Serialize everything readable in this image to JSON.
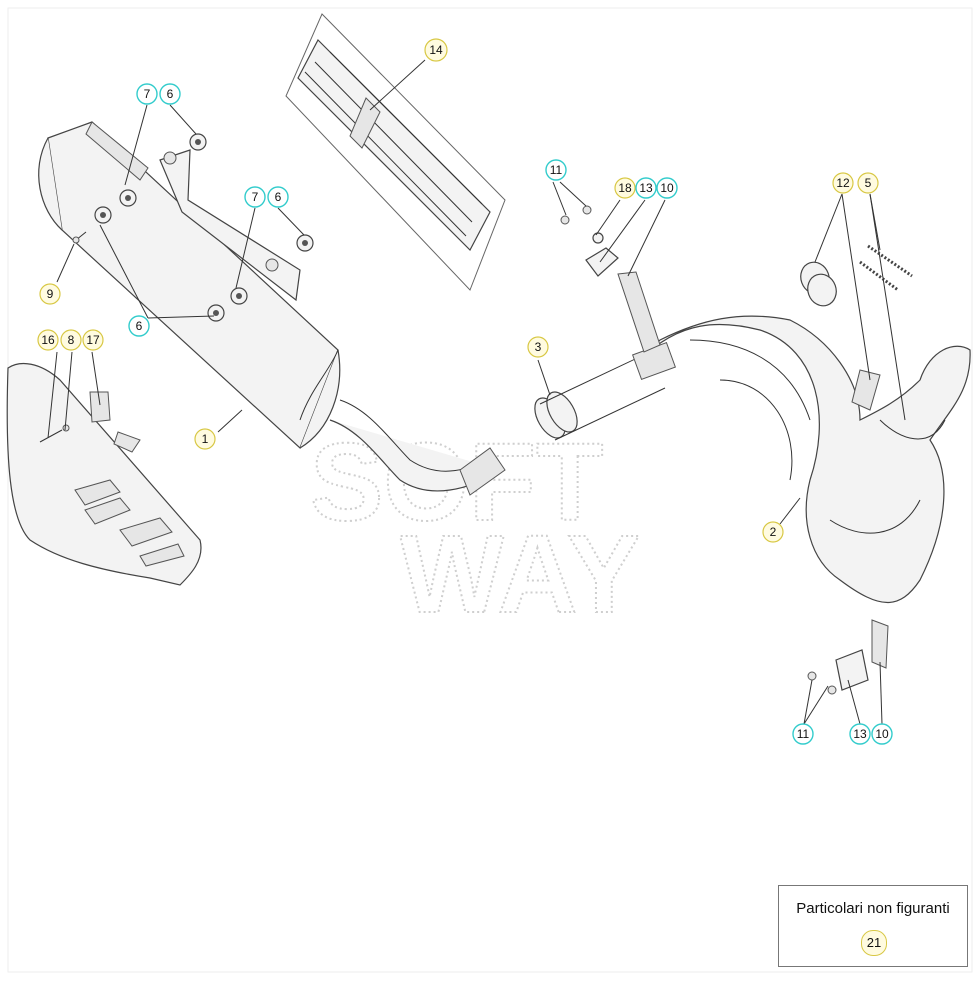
{
  "callouts": [
    {
      "id": "c14",
      "text": "14",
      "style": "yellow"
    },
    {
      "id": "c7a",
      "text": "7",
      "style": "cyan"
    },
    {
      "id": "c6a",
      "text": "6",
      "style": "cyan"
    },
    {
      "id": "c7b",
      "text": "7",
      "style": "cyan"
    },
    {
      "id": "c6b",
      "text": "6",
      "style": "cyan"
    },
    {
      "id": "c6c",
      "text": "6",
      "style": "cyan"
    },
    {
      "id": "c9",
      "text": "9",
      "style": "yellow"
    },
    {
      "id": "c16",
      "text": "16",
      "style": "yellow"
    },
    {
      "id": "c8",
      "text": "8",
      "style": "yellow"
    },
    {
      "id": "c17",
      "text": "17",
      "style": "yellow"
    },
    {
      "id": "c1",
      "text": "1",
      "style": "yellow"
    },
    {
      "id": "c3",
      "text": "3",
      "style": "yellow"
    },
    {
      "id": "c11a",
      "text": "11",
      "style": "cyan"
    },
    {
      "id": "c18",
      "text": "18",
      "style": "yellow"
    },
    {
      "id": "c13a",
      "text": "13",
      "style": "cyan"
    },
    {
      "id": "c10a",
      "text": "10",
      "style": "cyan"
    },
    {
      "id": "c12",
      "text": "12",
      "style": "yellow"
    },
    {
      "id": "c5",
      "text": "5",
      "style": "yellow"
    },
    {
      "id": "c2",
      "text": "2",
      "style": "yellow"
    },
    {
      "id": "c11b",
      "text": "11",
      "style": "cyan"
    },
    {
      "id": "c13b",
      "text": "13",
      "style": "cyan"
    },
    {
      "id": "c10b",
      "text": "10",
      "style": "cyan"
    }
  ],
  "watermark": {
    "line1": "SOFT",
    "line2": "WAY"
  },
  "legend": {
    "title": "Particolari non figuranti",
    "number": "21"
  },
  "colors": {
    "cyan_callout": "#33cccc",
    "yellow_callout": "#d8c845"
  }
}
